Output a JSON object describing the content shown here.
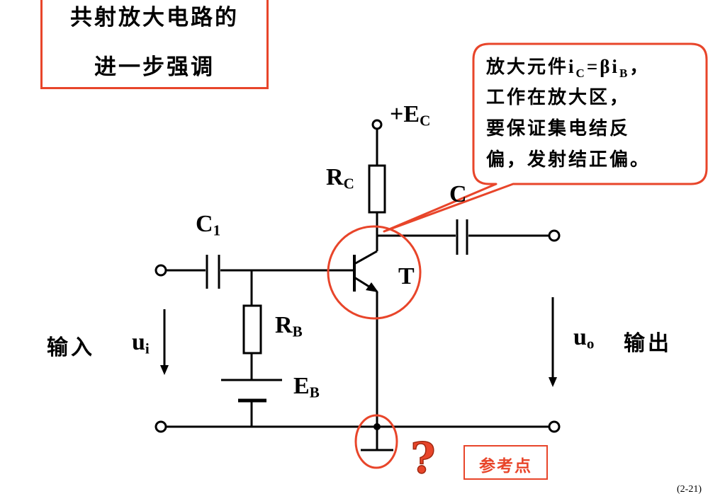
{
  "title": {
    "line1": "共射放大电路的",
    "line2": "进一步强调"
  },
  "callout": {
    "line1_prefix": "放大元件",
    "line1_i": "i",
    "line1_ic_sub": "C",
    "line1_eq": "=βi",
    "line1_ib_sub": "B",
    "line1_end": "，",
    "line2": "工作在放大区，",
    "line3": "要保证集电结反",
    "line4": "偏，发射结正偏。"
  },
  "labels": {
    "supply_main": "+E",
    "supply_sub": "C",
    "rc_main": "R",
    "rc_sub": "C",
    "c2_main": "C",
    "c1_main": "C",
    "c1_sub": "1",
    "transistor": "T",
    "rb_main": "R",
    "rb_sub": "B",
    "eb_main": "E",
    "eb_sub": "B",
    "input_text": "输入",
    "ui_main": "u",
    "ui_sub": "i",
    "uo_main": "u",
    "uo_sub": "o",
    "output_text": "输出"
  },
  "reference": {
    "mark": "?",
    "label": "参考点"
  },
  "page_number": "(2-21)",
  "colors": {
    "accent": "#e8452a",
    "wire": "#000000",
    "question_fill": "#e8452a"
  }
}
